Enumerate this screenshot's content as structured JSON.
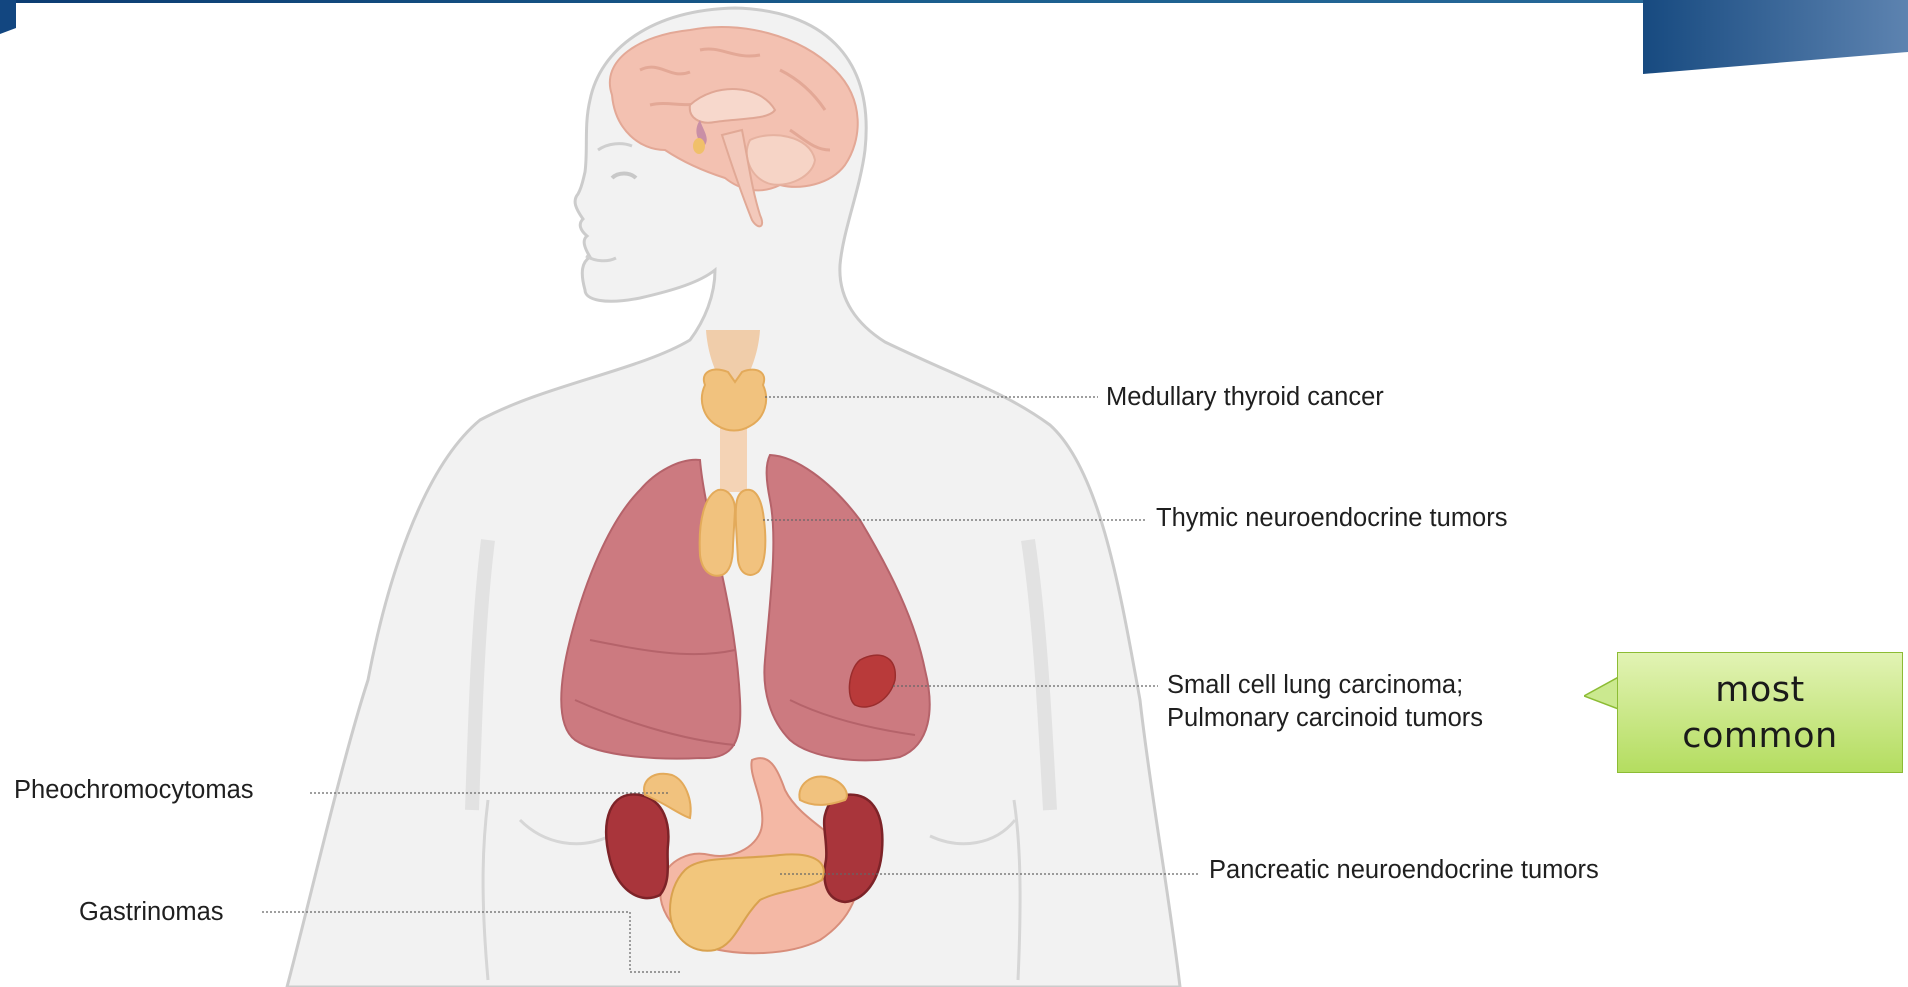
{
  "diagram": {
    "labels": {
      "thyroid": "Medullary thyroid cancer",
      "thymus": "Thymic neuroendocrine tumors",
      "lung_line1": "Small cell lung carcinoma;",
      "lung_line2": "Pulmonary carcinoid tumors",
      "adrenal": "Pheochromocytomas",
      "gastrinoma": "Gastrinomas",
      "pancreas": "Pancreatic neuroendocrine tumors"
    },
    "callout": {
      "text": "most\ncommon"
    }
  },
  "colors": {
    "header_blue": "#1b4f86",
    "body_fill": "#f2f2f2",
    "body_outline": "#cccccc",
    "lung": "#cc7a80",
    "thyroid": "#f1c27e",
    "kidney": "#a9353b",
    "brain": "#f3c1b1",
    "callout_green": "#b4dd60"
  }
}
